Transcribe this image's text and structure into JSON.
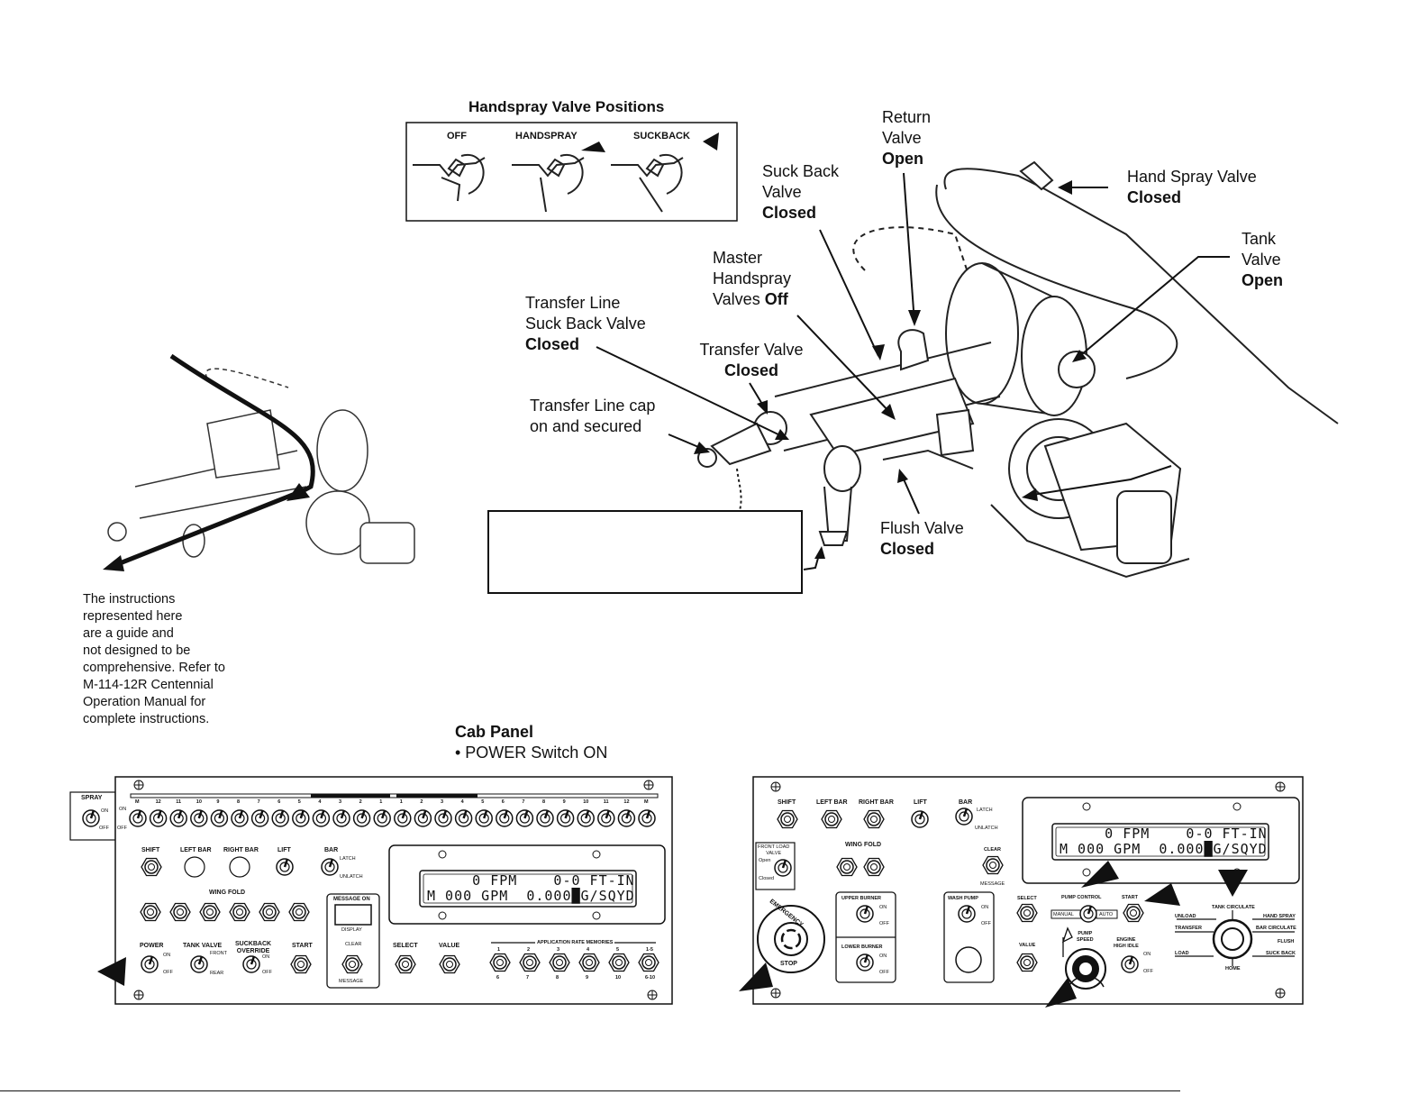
{
  "handspray": {
    "title": "Handspray Valve Positions",
    "positions": [
      "OFF",
      "HANDSPRAY",
      "SUCKBACK"
    ]
  },
  "callouts": {
    "return_valve": {
      "name": "Return\nValve",
      "state": "Open"
    },
    "suck_back_valve": {
      "name": "Suck Back\nValve",
      "state": "Closed"
    },
    "hand_spray_valve": {
      "name": "Hand Spray Valve",
      "state": "Closed"
    },
    "tank_valve": {
      "name": "Tank\nValve",
      "state": "Open"
    },
    "master_handspray": {
      "name": "Master\nHandspray\nValves",
      "state": "Off"
    },
    "transfer_line_suckback": {
      "name": "Transfer Line\nSuck Back Valve",
      "state": "Closed"
    },
    "transfer_valve": {
      "name": "Transfer Valve",
      "state": "Closed"
    },
    "transfer_line_cap": {
      "name": "Transfer Line cap\non and secured"
    },
    "flush_valve": {
      "name": "Flush Valve",
      "state": "Closed"
    }
  },
  "note": "The instructions\nrepresented here\nare a guide and\nnot designed to be\ncomprehensive. Refer to\nM-114-12R Centennial\nOperation Manual for\ncomplete instructions.",
  "cab_panel": {
    "title": "Cab Panel",
    "bullet": "• POWER Switch ON"
  },
  "left_panel": {
    "spray": {
      "label": "SPRAY",
      "on": "ON",
      "off": "OFF"
    },
    "nozzle_numbers": [
      "M",
      "12",
      "11",
      "10",
      "9",
      "8",
      "7",
      "6",
      "5",
      "4",
      "3",
      "2",
      "1",
      "1",
      "2",
      "3",
      "4",
      "5",
      "6",
      "7",
      "8",
      "9",
      "10",
      "11",
      "12",
      "M"
    ],
    "row_on": "ON",
    "row_off": "OFF",
    "controls": {
      "shift": "SHIFT",
      "left_bar": "LEFT BAR",
      "right_bar": "RIGHT BAR",
      "lift": "LIFT",
      "bar": "BAR",
      "latch": "LATCH",
      "unlatch": "UNLATCH",
      "wing_fold": "WING FOLD",
      "message_on": "MESSAGE ON",
      "display": "DISPLAY",
      "clear": "CLEAR",
      "message": "MESSAGE",
      "power": "POWER",
      "on": "ON",
      "off": "OFF",
      "tank_valve": "TANK VALVE",
      "front": "FRONT",
      "rear": "REAR",
      "suckback_override": "SUCKBACK\nOVERRIDE",
      "start": "START",
      "select": "SELECT",
      "value": "VALUE",
      "app_rate": "APPLICATION RATE MEMORIES"
    },
    "lcd_line1": "     0 FPM    0-0 FT-IN",
    "lcd_line2": "M 000 GPM  0.000█G/SQYD",
    "memories_top": [
      "1",
      "2",
      "3",
      "4",
      "5",
      "1-5"
    ],
    "memories_bottom": [
      "6",
      "7",
      "8",
      "9",
      "10",
      "6-10"
    ]
  },
  "right_panel": {
    "controls": {
      "shift": "SHIFT",
      "left_bar": "LEFT BAR",
      "right_bar": "RIGHT BAR",
      "lift": "LIFT",
      "bar": "BAR",
      "latch": "LATCH",
      "unlatch": "UNLATCH",
      "wing_fold": "WING FOLD",
      "front_load_valve": "FRONT LOAD\nVALVE",
      "open": "Open",
      "closed": "Closed",
      "clear": "CLEAR",
      "message": "MESSAGE",
      "upper_burner": "UPPER BURNER",
      "lower_burner": "LOWER BURNER",
      "wash_pump": "WASH PUMP",
      "on": "ON",
      "off": "OFF",
      "select": "SELECT",
      "value": "VALUE",
      "pump_control": "PUMP CONTROL",
      "manual": "MANUAL",
      "auto": "AUTO",
      "start": "START",
      "pump_speed": "PUMP\nSPEED",
      "engine_high_idle": "ENGINE\nHIGH IDLE",
      "emergency": "EMERGENCY",
      "stop": "STOP"
    },
    "lcd_line1": "     0 FPM    0-0 FT-IN",
    "lcd_line2": "M 000 GPM  0.000█G/SQYD",
    "rotary": {
      "tank_circulate": "TANK CIRCULATE",
      "hand_spray": "HAND SPRAY",
      "unload": "UNLOAD",
      "transfer": "TRANSFER",
      "bar_circulate": "BAR CIRCULATE",
      "flush": "FLUSH",
      "load": "LOAD",
      "suck_back": "SUCK BACK",
      "home": "HOME"
    }
  }
}
